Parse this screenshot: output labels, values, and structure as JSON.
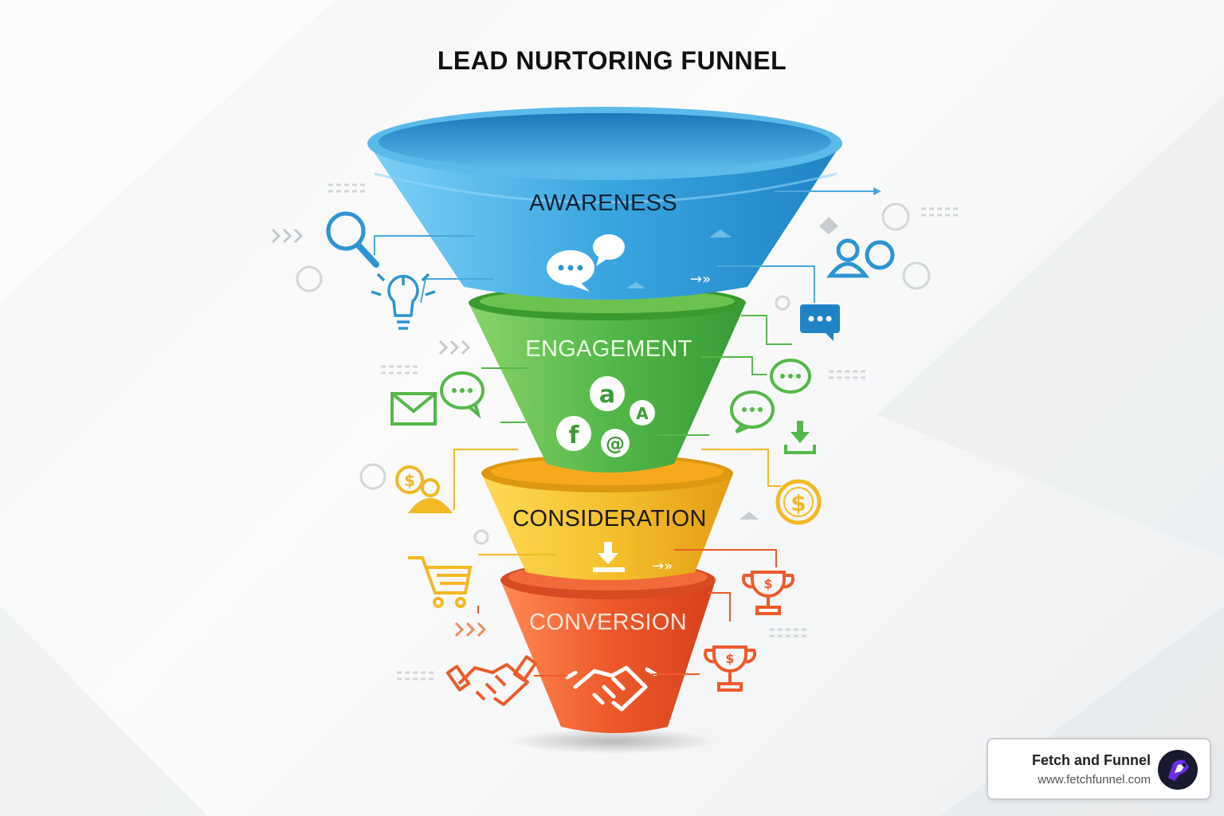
{
  "title": "LEAD NURTORING FUNNEL",
  "stages": [
    {
      "label": "AWARENESS",
      "color": "#3aa6e0"
    },
    {
      "label": "ENGAGEMENT",
      "color": "#55b84a"
    },
    {
      "label": "CONSIDERATION",
      "color": "#f2b924"
    },
    {
      "label": "CONVERSION",
      "color": "#ee5a2c"
    }
  ],
  "icons": {
    "awareness": [
      "magnifier-icon",
      "lightbulb-icon",
      "chat-bubbles-icon",
      "users-icon",
      "message-icon"
    ],
    "engagement": [
      "email-icon",
      "chat-icon",
      "at-sign-icon",
      "facebook-icon",
      "download-icon"
    ],
    "consideration": [
      "dollar-user-icon",
      "dollar-coin-icon",
      "download-icon",
      "shopping-cart-icon"
    ],
    "conversion": [
      "handshake-icon",
      "trophy-icon"
    ]
  },
  "brand": {
    "name": "Fetch and Funnel",
    "url": "www.fetchfunnel.com",
    "accent": "#6a2ee8"
  }
}
